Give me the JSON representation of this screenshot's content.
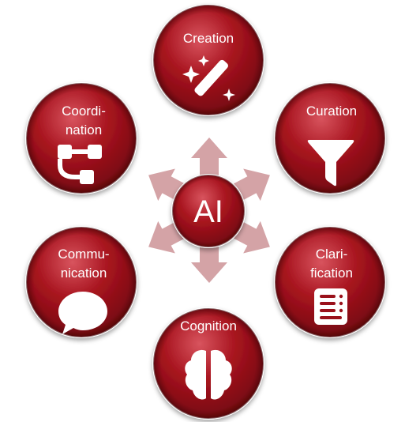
{
  "center": {
    "label": "AI"
  },
  "nodes": [
    {
      "id": "creation",
      "lines": [
        "Creation"
      ],
      "icon": "magic-wand-icon"
    },
    {
      "id": "curation",
      "lines": [
        "Curation"
      ],
      "icon": "filter-funnel-icon"
    },
    {
      "id": "clarification",
      "lines": [
        "Clari-",
        "fication"
      ],
      "icon": "document-list-icon"
    },
    {
      "id": "cognition",
      "lines": [
        "Cognition"
      ],
      "icon": "brain-icon"
    },
    {
      "id": "communication",
      "lines": [
        "Commu-",
        "nication"
      ],
      "icon": "speech-bubble-icon"
    },
    {
      "id": "coordination",
      "lines": [
        "Coordi-",
        "nation"
      ],
      "icon": "workflow-nodes-icon"
    }
  ],
  "colors": {
    "circle_dark": "#7d0a12",
    "circle_mid": "#a3141e",
    "circle_light": "#d2505a",
    "arrow": "#d4a3a6",
    "text": "#ffffff"
  }
}
